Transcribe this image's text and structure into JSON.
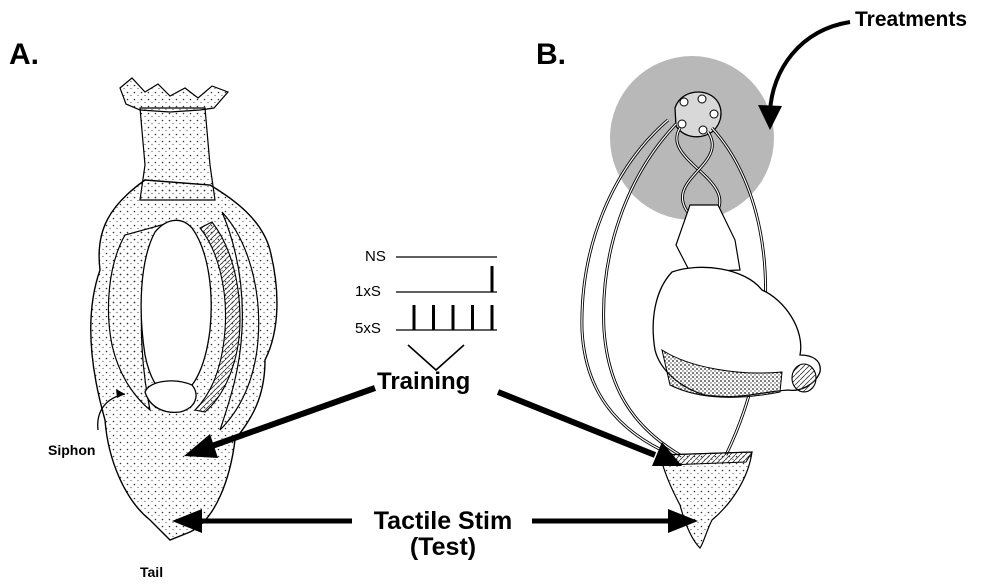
{
  "panels": {
    "a": "A.",
    "b": "B."
  },
  "labels": {
    "treatments": "Treatments",
    "siphon": "Siphon",
    "tail": "Tail",
    "training": "Training",
    "tactile_line1": "Tactile Stim",
    "tactile_line2": "(Test)"
  },
  "schedule": {
    "rows": [
      {
        "label": "NS",
        "pulses": 0
      },
      {
        "label": "1xS",
        "pulses": 1
      },
      {
        "label": "5xS",
        "pulses": 5
      }
    ]
  },
  "colors": {
    "treatment_zone": "#b8b8b8",
    "ink": "#000000",
    "stipple": "#444444"
  }
}
